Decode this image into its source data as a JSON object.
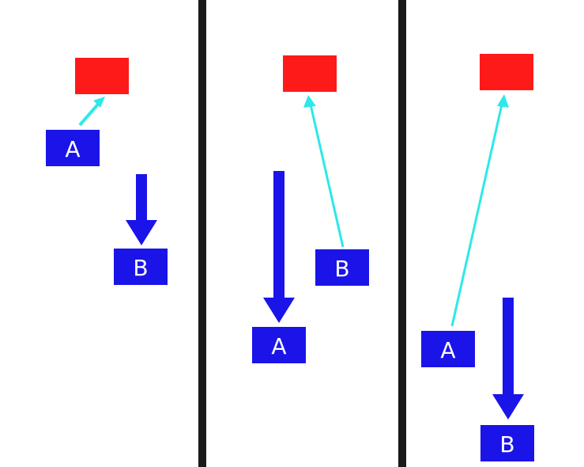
{
  "colors": {
    "background": "#ffffff",
    "divider": "#1a1a1a",
    "target_box": "#ff1a1a",
    "agent_box": "#1a14e8",
    "cyan_arrow": "#2ee8e8",
    "blue_arrow": "#1a14e8",
    "label_text": "#ffffff"
  },
  "panels": [
    {
      "box_a": {
        "label": "A"
      },
      "box_b": {
        "label": "B"
      }
    },
    {
      "box_a": {
        "label": "A"
      },
      "box_b": {
        "label": "B"
      }
    },
    {
      "box_a": {
        "label": "A"
      },
      "box_b": {
        "label": "B"
      }
    }
  ]
}
